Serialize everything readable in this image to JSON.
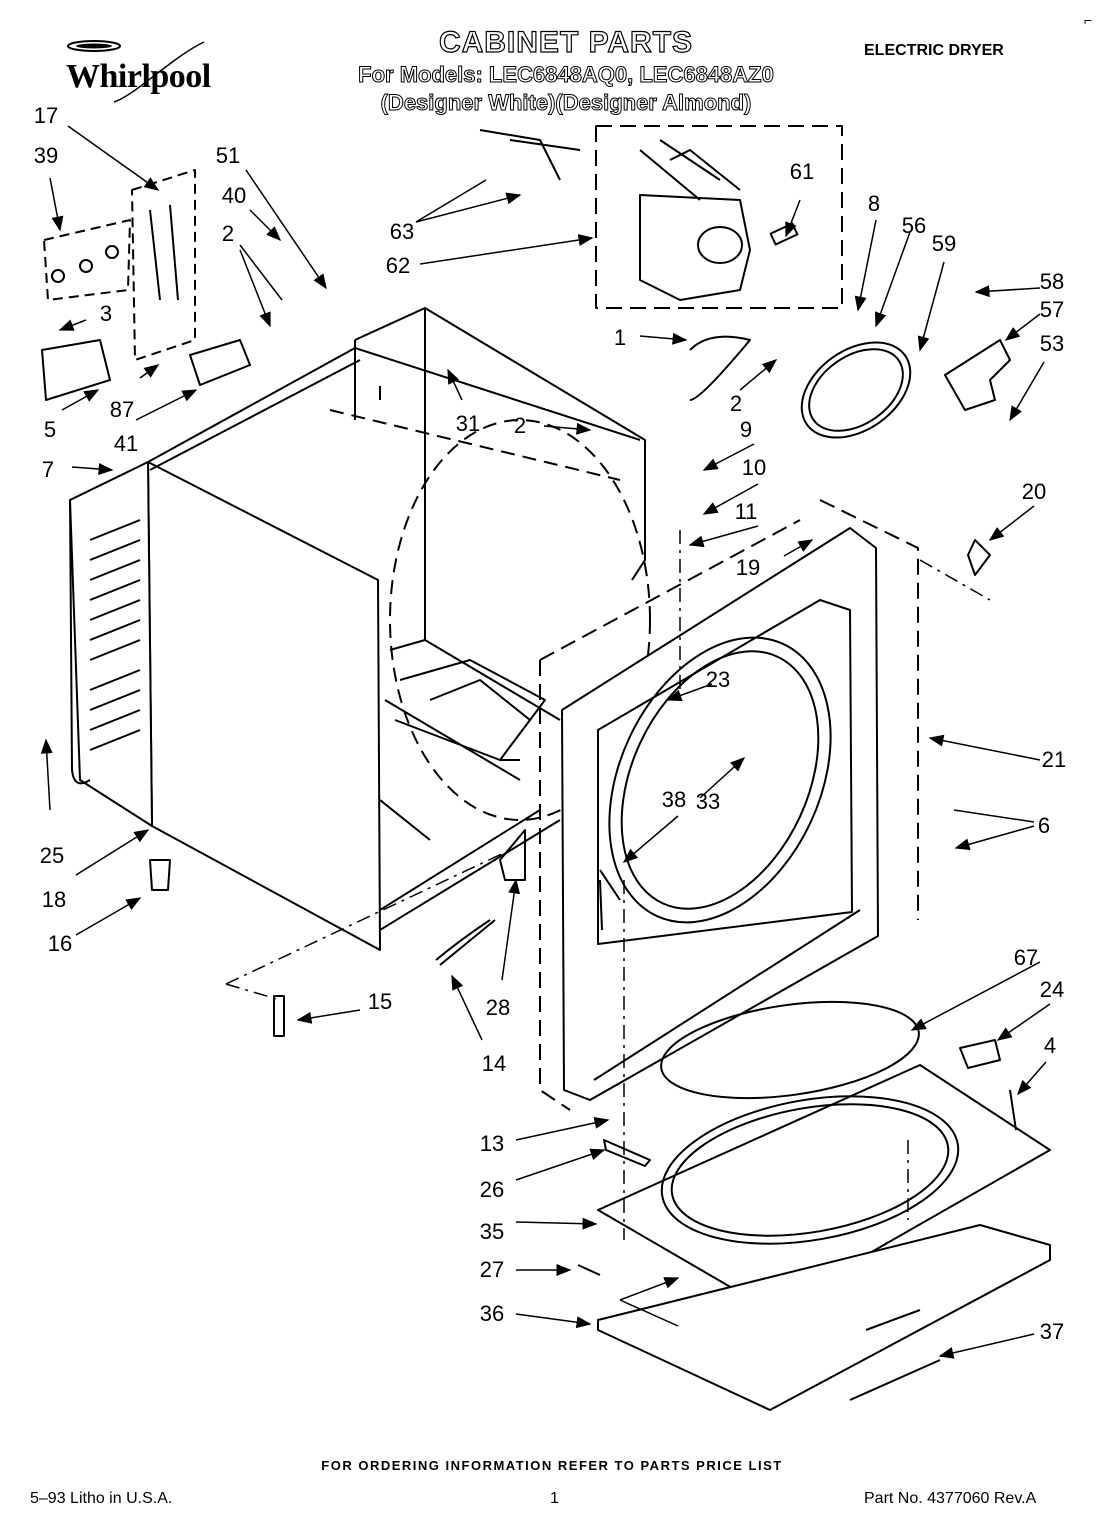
{
  "header": {
    "brand": "Whirlpool",
    "title": "CABINET PARTS",
    "models": "For Models: LEC6848AQ0, LEC6848AZ0",
    "variants": "(Designer White)(Designer Almond)",
    "product_type": "ELECTRIC DRYER"
  },
  "part_labels": {
    "p17": "17",
    "p39": "39",
    "p51": "51",
    "p40": "40",
    "p2a": "2",
    "p3": "3",
    "p87": "87",
    "p5": "5",
    "p41": "41",
    "p7": "7",
    "p25": "25",
    "p18": "18",
    "p16": "16",
    "p15": "15",
    "p14": "14",
    "p28": "28",
    "p31": "31",
    "p2b": "2",
    "p63": "63",
    "p62": "62",
    "p61": "61",
    "p1": "1",
    "p2c": "2",
    "p8": "8",
    "p56": "56",
    "p59": "59",
    "p58": "58",
    "p57": "57",
    "p53": "53",
    "p9": "9",
    "p10": "10",
    "p11": "11",
    "p19": "19",
    "p20": "20",
    "p23": "23",
    "p21": "21",
    "p38": "38",
    "p33": "33",
    "p6": "6",
    "p67": "67",
    "p24": "24",
    "p4": "4",
    "p13": "13",
    "p26": "26",
    "p35": "35",
    "p27": "27",
    "p36": "36",
    "p37": "37"
  },
  "footer": {
    "ordering_note": "FOR ORDERING INFORMATION REFER TO PARTS PRICE LIST",
    "litho": "5–93  Litho in U.S.A.",
    "page": "1",
    "part_no": "Part No. 4377060 Rev.A"
  },
  "colors": {
    "ink": "#000000",
    "paper": "#ffffff"
  }
}
